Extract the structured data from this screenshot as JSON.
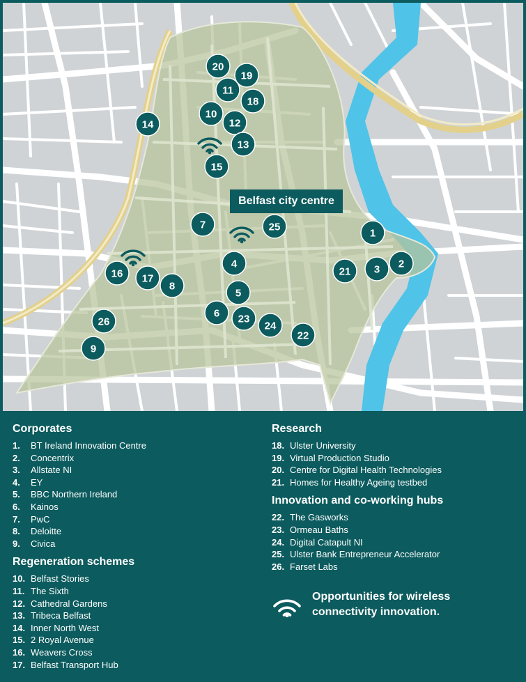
{
  "map": {
    "city_label": "Belfast city centre",
    "colors": {
      "background": "#0c5b5e",
      "land": "#cfd3d6",
      "roads": "#ffffff",
      "river": "#4fc3e8",
      "area": "#b7c49a",
      "ring_road": "#e3d08a",
      "marker": "#0c5b5e"
    },
    "markers": [
      {
        "n": "1"
      },
      {
        "n": "2"
      },
      {
        "n": "3"
      },
      {
        "n": "4"
      },
      {
        "n": "5"
      },
      {
        "n": "6"
      },
      {
        "n": "7"
      },
      {
        "n": "8"
      },
      {
        "n": "9"
      },
      {
        "n": "10"
      },
      {
        "n": "11"
      },
      {
        "n": "12"
      },
      {
        "n": "13"
      },
      {
        "n": "14"
      },
      {
        "n": "15"
      },
      {
        "n": "16"
      },
      {
        "n": "17"
      },
      {
        "n": "18"
      },
      {
        "n": "19"
      },
      {
        "n": "20"
      },
      {
        "n": "21"
      },
      {
        "n": "22"
      },
      {
        "n": "23"
      },
      {
        "n": "24"
      },
      {
        "n": "25"
      },
      {
        "n": "26"
      }
    ],
    "wifi_icons": [
      "wifi-icon",
      "wifi-icon",
      "wifi-icon"
    ]
  },
  "legend": {
    "corporates": {
      "heading": "Corporates",
      "items": [
        {
          "num": "1.",
          "label": "BT Ireland Innovation Centre"
        },
        {
          "num": "2.",
          "label": "Concentrix"
        },
        {
          "num": "3.",
          "label": "Allstate NI"
        },
        {
          "num": "4.",
          "label": "EY"
        },
        {
          "num": "5.",
          "label": "BBC Northern Ireland"
        },
        {
          "num": "6.",
          "label": "Kainos"
        },
        {
          "num": "7.",
          "label": "PwC"
        },
        {
          "num": "8.",
          "label": "Deloitte"
        },
        {
          "num": "9.",
          "label": "Civica"
        }
      ]
    },
    "regeneration": {
      "heading": "Regeneration schemes",
      "items": [
        {
          "num": "10.",
          "label": "Belfast Stories"
        },
        {
          "num": "11.",
          "label": "The Sixth"
        },
        {
          "num": "12.",
          "label": "Cathedral Gardens"
        },
        {
          "num": "13.",
          "label": "Tribeca Belfast"
        },
        {
          "num": "14.",
          "label": "Inner North West"
        },
        {
          "num": "15.",
          "label": "2 Royal Avenue"
        },
        {
          "num": "16.",
          "label": "Weavers Cross"
        },
        {
          "num": "17.",
          "label": "Belfast Transport Hub"
        }
      ]
    },
    "research": {
      "heading": "Research",
      "items": [
        {
          "num": "18.",
          "label": "Ulster University"
        },
        {
          "num": "19.",
          "label": "Virtual Production Studio"
        },
        {
          "num": "20.",
          "label": "Centre for Digital Health Technologies"
        },
        {
          "num": "21.",
          "label": "Homes for Healthy Ageing testbed"
        }
      ]
    },
    "hubs": {
      "heading": "Innovation and co-working hubs",
      "items": [
        {
          "num": "22.",
          "label": "The Gasworks"
        },
        {
          "num": "23.",
          "label": "Ormeau Baths"
        },
        {
          "num": "24.",
          "label": "Digital Catapult NI"
        },
        {
          "num": "25.",
          "label": "Ulster Bank Entrepreneur Accelerator"
        },
        {
          "num": "26.",
          "label": "Farset Labs"
        }
      ]
    },
    "wifi_note": {
      "line1": "Opportunities for wireless",
      "line2": "connectivity innovation.",
      "icon": "wifi-icon"
    }
  }
}
